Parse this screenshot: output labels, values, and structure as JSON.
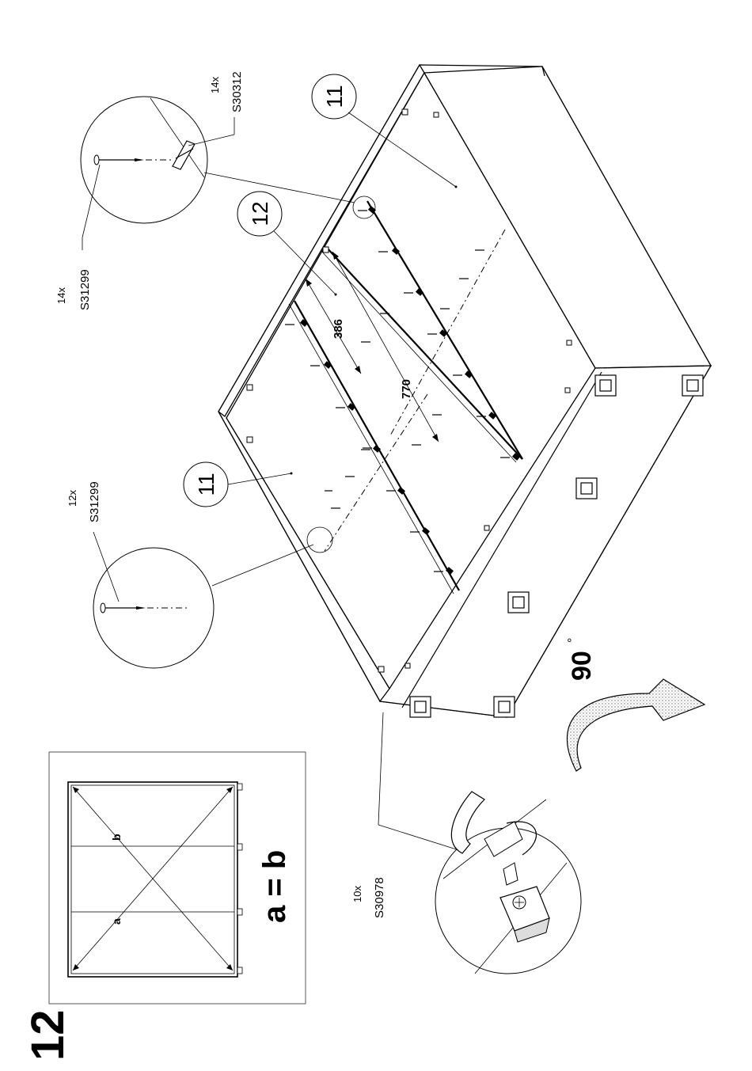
{
  "step_number": "12",
  "check_box": {
    "label_a": "a",
    "label_b": "b",
    "equation": "a = b"
  },
  "part_labels": {
    "side_top": "11",
    "side_bottom": "11",
    "middle": "12"
  },
  "dimensions": {
    "width": "386",
    "length": "770"
  },
  "hardware": {
    "nail_top": {
      "qty": "14x",
      "code": "S31299"
    },
    "clip_top": {
      "qty": "14x",
      "code": "S30312"
    },
    "nail_left": {
      "qty": "12x",
      "code": "S31299"
    },
    "screw": {
      "qty": "10x",
      "code": "S30978"
    }
  },
  "rotation": {
    "angle": "90",
    "unit": "°"
  }
}
